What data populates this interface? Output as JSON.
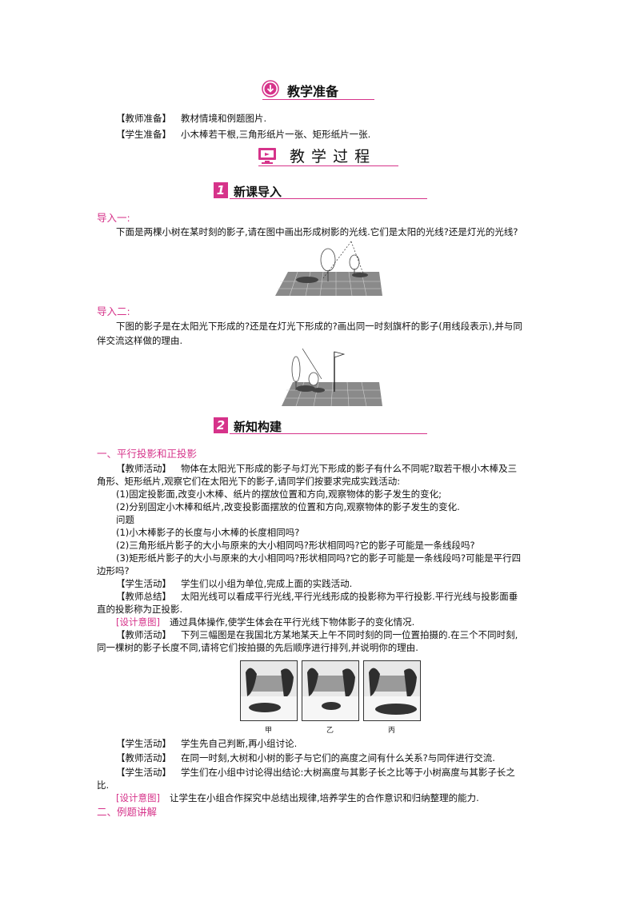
{
  "prep": {
    "title": "教学准备",
    "teacher_label": "【教师准备】",
    "teacher_text": "教材情境和例题图片.",
    "student_label": "【学生准备】",
    "student_text": "小木棒若干根,三角形纸片一张、矩形纸片一张."
  },
  "process": {
    "title": "教 学 过 程"
  },
  "part1": {
    "num": "1",
    "title": "新课导入",
    "intro1_label": "导入一:",
    "intro1_text": "下面是两棵小树在某时刻的影子,请在图中画出形成树影的光线.它们是太阳的光线?还是灯光的光线?",
    "intro2_label": "导入二:",
    "intro2_text_1": "下图的影子是在太阳光下形成的?还是在灯光下形成的?画出同一时刻旗杆的影子(用线段表示),并与同",
    "intro2_text_2": "伴交流这样做的理由."
  },
  "part2": {
    "num": "2",
    "title": "新知构建",
    "sec1_title": "一、平行投影和正投影",
    "l1_label": "【教师活动】",
    "l1_text": "物体在太阳光下形成的影子与灯光下形成的影子有什么不同呢?取若干根小木棒及三",
    "l2": "角形、矩形纸片,观察它们在太阳光下的影子,请同学们按要求完成实践活动:",
    "l3": "(1)固定投影面,改变小木棒、纸片的摆放位置和方向,观察物体的影子发生的变化;",
    "l4": "(2)分别固定小木棒和纸片,改变投影面摆放的位置和方向,观察物体的影子发生的变化.",
    "l5": "问题",
    "l6": "(1)小木棒影子的长度与小木棒的长度相同吗?",
    "l7": "(2)三角形纸片影子的大小与原来的大小相同吗?形状相同吗?它的影子可能是一条线段吗?",
    "l8": "(3)矩形纸片影子的大小与原来的大小相同吗?形状相同吗?它的影子可能是一条线段吗?可能是平行四",
    "l9": "边形吗?",
    "l10_label": "【学生活动】",
    "l10_text": "学生们以小组为单位,完成上面的实践活动.",
    "l11_label": "【教师总结】",
    "l11_text": "太阳光线可以看成平行光线,平行光线形成的投影称为平行投影.平行光线与投影面垂",
    "l12": "直的投影称为正投影.",
    "l13_label": "[设计意图]",
    "l13_text": "通过具体操作,使学生体会在平行光线下物体影子的变化情况.",
    "l14_label": "【教师活动】",
    "l14_text": "下列三幅图是在我国北方某地某天上午不同时刻的同一位置拍摄的.在三个不同时刻,",
    "l15": "同一棵树的影子长度不同,请将它们按拍摄的先后顺序进行排列,并说明你的理由.",
    "captions": [
      "甲",
      "乙",
      "丙"
    ],
    "l16_label": "【学生活动】",
    "l16_text": "学生先自己判断,再小组讨论.",
    "l17_label": "【教师活动】",
    "l17_text": "在同一时刻,大树和小树的影子与它们的高度之间有什么关系?与同伴进行交流.",
    "l18_label": "【学生活动】",
    "l18_text": "学生们在小组中讨论得出结论:大树高度与其影子长之比等于小树高度与其影子长之",
    "l19": "比.",
    "l20_label": "[设计意图]",
    "l20_text": "让学生在小组合作探究中总结出规律,培养学生的合作意识和归纳整理的能力.",
    "sec2_title": "二、例题讲解"
  },
  "colors": {
    "accent": "#d6338a",
    "text": "#111111"
  }
}
